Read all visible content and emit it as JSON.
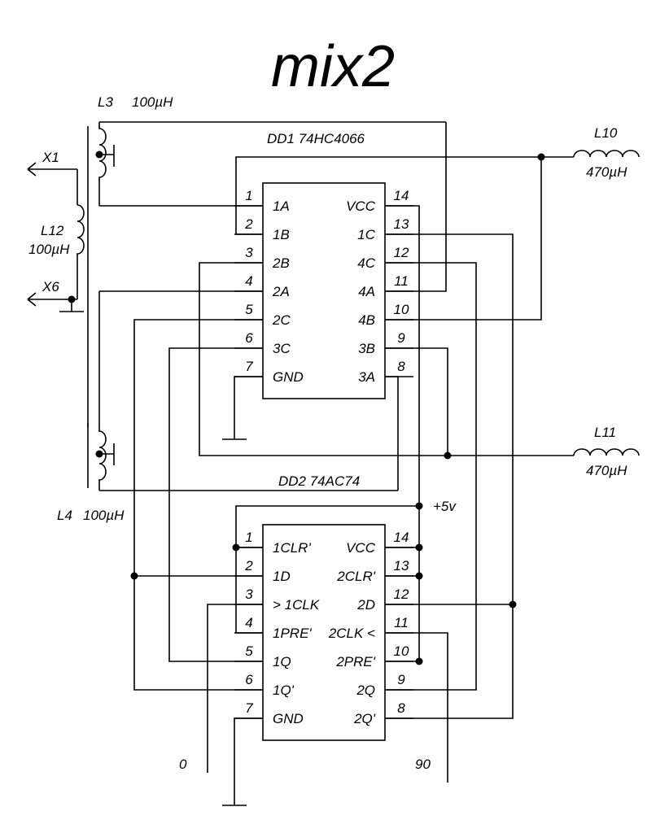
{
  "title": "mix2",
  "components": {
    "L3": {
      "ref": "L3",
      "value": "100µH"
    },
    "L4": {
      "ref": "L4",
      "value": "100µH"
    },
    "L12": {
      "ref": "L12",
      "value": "100µH"
    },
    "L10": {
      "ref": "L10",
      "value": "470µH"
    },
    "L11": {
      "ref": "L11",
      "value": "470µH"
    },
    "X1": "X1",
    "X6": "X6",
    "supply": "+5v"
  },
  "dd1": {
    "label": "DD1  74HC4066",
    "left_pins": [
      {
        "num": "1",
        "name": "1A"
      },
      {
        "num": "2",
        "name": "1B"
      },
      {
        "num": "3",
        "name": "2B"
      },
      {
        "num": "4",
        "name": "2A"
      },
      {
        "num": "5",
        "name": "2C"
      },
      {
        "num": "6",
        "name": "3C"
      },
      {
        "num": "7",
        "name": "GND"
      }
    ],
    "right_pins": [
      {
        "num": "14",
        "name": "VCC"
      },
      {
        "num": "13",
        "name": "1C"
      },
      {
        "num": "12",
        "name": "4C"
      },
      {
        "num": "11",
        "name": "4A"
      },
      {
        "num": "10",
        "name": "4B"
      },
      {
        "num": "9",
        "name": "3B"
      },
      {
        "num": "8",
        "name": "3A"
      }
    ]
  },
  "dd2": {
    "label": "DD2  74AC74",
    "left_pins": [
      {
        "num": "1",
        "name": "1CLR'"
      },
      {
        "num": "2",
        "name": "1D"
      },
      {
        "num": "3",
        "name": "> 1CLK"
      },
      {
        "num": "4",
        "name": "1PRE'"
      },
      {
        "num": "5",
        "name": "1Q"
      },
      {
        "num": "6",
        "name": "1Q'"
      },
      {
        "num": "7",
        "name": "GND"
      }
    ],
    "right_pins": [
      {
        "num": "14",
        "name": "VCC"
      },
      {
        "num": "13",
        "name": "2CLR'"
      },
      {
        "num": "12",
        "name": "2D"
      },
      {
        "num": "11",
        "name": "2CLK <"
      },
      {
        "num": "10",
        "name": "2PRE'"
      },
      {
        "num": "9",
        "name": "2Q"
      },
      {
        "num": "8",
        "name": "2Q'"
      }
    ]
  },
  "clock_labels": {
    "left": "0",
    "right": "90"
  }
}
